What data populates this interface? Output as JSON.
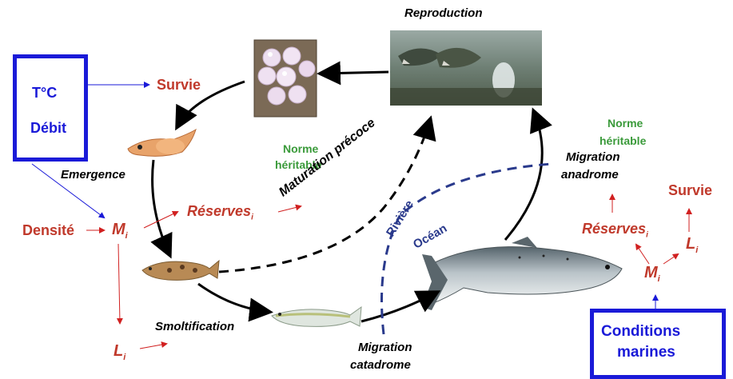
{
  "labels": {
    "reproduction": "Reproduction",
    "survie_top": "Survie",
    "temp": "T°C",
    "debit": "Débit",
    "emergence": "Emergence",
    "norme_left_1": "Norme",
    "norme_left_2": "héritable",
    "maturation": "Maturation précoce",
    "densite": "Densité",
    "m_left": "M",
    "m_left_sub": "i",
    "reserves_left": "Réserves",
    "reserves_left_sub": "i",
    "l_left": "L",
    "l_left_sub": "i",
    "smoltification": "Smoltification",
    "riviere": "Rivière",
    "ocean": "Océan",
    "migration_catadrome_1": "Migration",
    "migration_catadrome_2": "catadrome",
    "migration_anadrome_1": "Migration",
    "migration_anadrome_2": "anadrome",
    "norme_right_1": "Norme",
    "norme_right_2": "héritable",
    "survie_right": "Survie",
    "reserves_right": "Réserves",
    "reserves_right_sub": "i",
    "l_right": "L",
    "l_right_sub": "i",
    "m_right": "M",
    "m_right_sub": "i",
    "conditions_1": "Conditions",
    "conditions_2": "marines"
  },
  "colors": {
    "red_text": "#c0392b",
    "green_text": "#3a9a3a",
    "box_blue": "#1a1ad8",
    "dashed_navy": "#2a3a8c"
  }
}
